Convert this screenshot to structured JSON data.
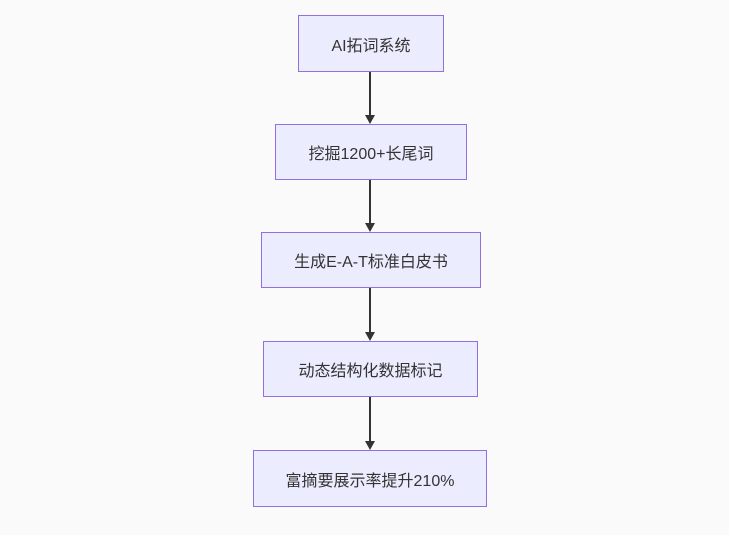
{
  "colors": {
    "page-bg": "#fafafa",
    "node-fill": "#ECECFF",
    "node-border": "#9370DB",
    "text-color": "#333333",
    "arrow-color": "#333333"
  },
  "flowchart": {
    "direction": "top-down",
    "nodes": [
      {
        "id": "node-1",
        "label": "AI拓词系统"
      },
      {
        "id": "node-2",
        "label": "挖掘1200+长尾词"
      },
      {
        "id": "node-3",
        "label": "生成E-A-T标准白皮书"
      },
      {
        "id": "node-4",
        "label": "动态结构化数据标记"
      },
      {
        "id": "node-5",
        "label": "富摘要展示率提升210%"
      }
    ],
    "edges": [
      {
        "from": "node-1",
        "to": "node-2",
        "style": "arrow"
      },
      {
        "from": "node-2",
        "to": "node-3",
        "style": "arrow"
      },
      {
        "from": "node-3",
        "to": "node-4",
        "style": "arrow"
      },
      {
        "from": "node-4",
        "to": "node-5",
        "style": "arrow"
      }
    ]
  }
}
